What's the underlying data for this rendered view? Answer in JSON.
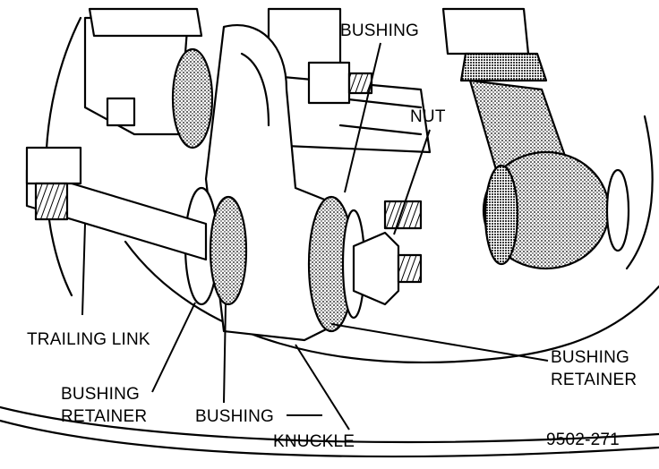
{
  "figure_id": "9502-271",
  "labels": {
    "bushing_top": "BUSHING",
    "nut": "NUT",
    "trailing_link": "TRAILING LINK",
    "bushing_retainer_right_1": "BUSHING",
    "bushing_retainer_right_2": "RETAINER",
    "bushing_retainer_left_1": "BUSHING",
    "bushing_retainer_left_2": "RETAINER",
    "bushing_bottom": "BUSHING",
    "knuckle": "KNUCKLE"
  }
}
